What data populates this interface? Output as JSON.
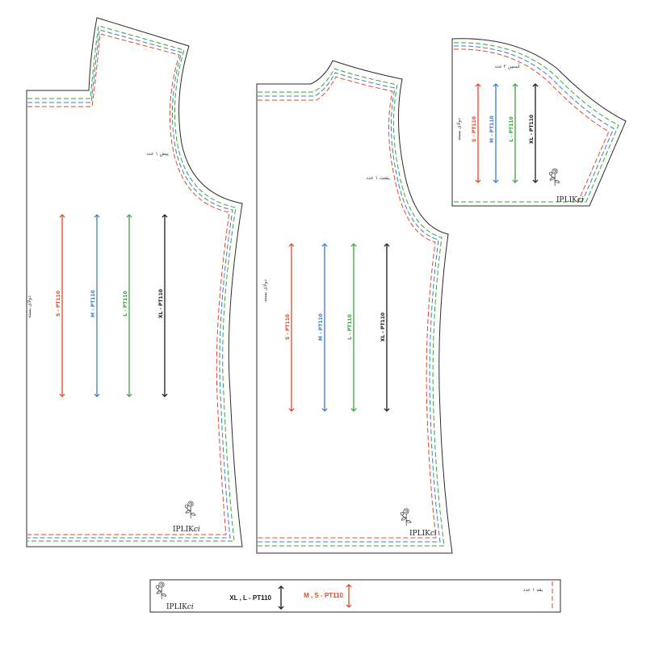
{
  "colors": {
    "S": "#e04a2a",
    "M": "#3d7cc9",
    "L": "#3aa33a",
    "XL": "#1a1a1a",
    "outline": "#2b2b2b"
  },
  "brand": {
    "name": "IPLIK",
    "suffix": "ci"
  },
  "front_piece": {
    "label": "پیش ۱ عدد",
    "fold_label": "دولای بسته",
    "grainlines": [
      {
        "size": "S",
        "label": "S - PT110"
      },
      {
        "size": "M",
        "label": "M - PT110"
      },
      {
        "size": "L",
        "label": "L - PT110"
      },
      {
        "size": "XL",
        "label": "XL - PT110"
      }
    ]
  },
  "back_piece": {
    "label": "پشت ۱ عدد",
    "fold_label": "دولای بسته",
    "grainlines": [
      {
        "size": "S",
        "label": "S - PT110"
      },
      {
        "size": "M",
        "label": "M - PT110"
      },
      {
        "size": "L",
        "label": "L - PT110"
      },
      {
        "size": "XL",
        "label": "XL - PT110"
      }
    ]
  },
  "sleeve_piece": {
    "label": "آستین ۲ عدد",
    "fold_label": "دولای بسته",
    "grainlines": [
      {
        "size": "S",
        "label": "S - PT110"
      },
      {
        "size": "M",
        "label": "M - PT110"
      },
      {
        "size": "L",
        "label": "L - PT110"
      },
      {
        "size": "XL",
        "label": "XL - PT110"
      }
    ]
  },
  "neckband_piece": {
    "label": "یقه ۱ عدد",
    "label_xl_l": "XL , L - PT110",
    "label_m_s": "M , S - PT110"
  }
}
